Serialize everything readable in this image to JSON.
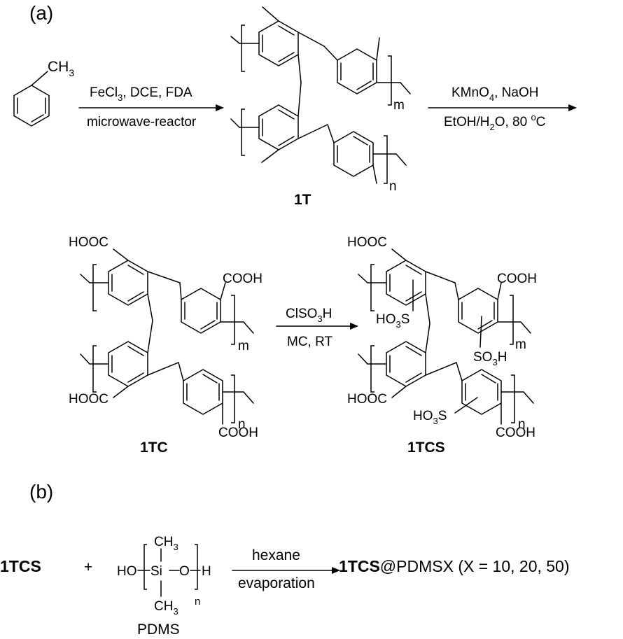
{
  "panel_labels": {
    "a": "(a)",
    "b": "(b)"
  },
  "toluene": {
    "ch3": "CH",
    "sub3": "3"
  },
  "step1": {
    "cond_top": {
      "fecl": "FeCl",
      "sub3": "3",
      "rest": ", DCE, FDA"
    },
    "cond_bottom": "microwave-reactor"
  },
  "step2": {
    "cond_top": {
      "kmno": "KMnO",
      "sub4": "4",
      "rest": ", NaOH"
    },
    "cond_bottom": {
      "etoh": "EtOH/H",
      "sub2": "2",
      "o80": "O, 80 ",
      "sup": "o",
      "c": "C"
    }
  },
  "step3": {
    "cond_top": {
      "clso": "ClSO",
      "sub3": "3",
      "h": "H"
    },
    "cond_bottom": "MC, RT"
  },
  "compounds": {
    "c1t": "1T",
    "c1tc": "1TC",
    "c1tcs": "1TCS"
  },
  "indices": {
    "m": "m",
    "n": "n"
  },
  "groups": {
    "hooc": "HOOC",
    "cooh": "COOH",
    "so3h": {
      "pre": "SO",
      "sub": "3",
      "post": "H"
    },
    "ho3s": {
      "pre": "HO",
      "sub": "3",
      "post": "S"
    }
  },
  "panel_b": {
    "reactant": "1TCS",
    "plus": "+",
    "pdms": {
      "ho": "HO",
      "si": "Si",
      "o": "O",
      "h": "H",
      "ch": "CH",
      "sub3": "3",
      "n": "n",
      "label": "PDMS"
    },
    "cond_top": "hexane",
    "cond_bottom": "evaporation",
    "product_bold": "1TCS",
    "product_rest": "@PDMSX (X = 10, 20, 50)"
  }
}
